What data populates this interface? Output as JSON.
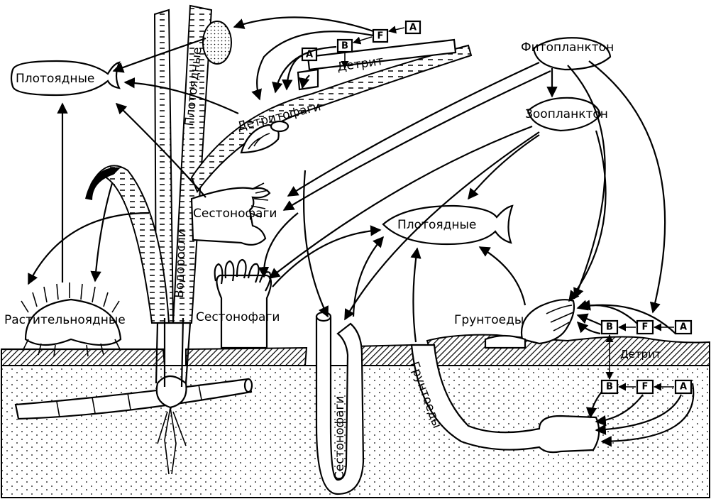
{
  "labels": {
    "carnivores_top_left": "Плотоядные",
    "carnivores_center": "Плотоядные",
    "carnivores_vertical": "Плотоядные",
    "herbivores": "Растительноядные",
    "algae": "Водоросли",
    "detritivores": "Детритофаги",
    "detritus_top": "Детрит",
    "detritus_bottom": "Детрит",
    "phytoplankton": "Фитопланктон",
    "zooplankton": "Зоопланктон",
    "suspension_feeders_sponge": "Сестонофаги",
    "suspension_feeders_anemone": "Сестонофаги",
    "suspension_feeders_tube": "Сестонофаги",
    "deposit_feeders_snail": "Грунтоеды",
    "deposit_feeders_burrow": "Грунтоеды"
  },
  "boxes": {
    "top": [
      "A",
      "B",
      "F",
      "A"
    ],
    "right_upper": [
      "B",
      "F",
      "A"
    ],
    "right_lower": [
      "B",
      "F",
      "A"
    ]
  }
}
